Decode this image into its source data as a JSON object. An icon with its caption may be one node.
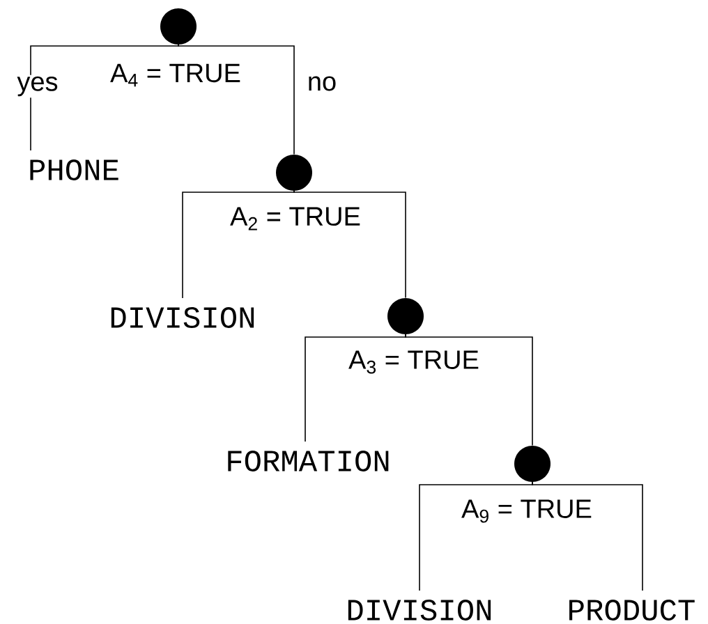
{
  "diagram": {
    "nodes": [
      {
        "text": [],
        "shape": "circle",
        "beside": [
          "A$_{4}$ = TRUE"
        ]
      },
      {
        "text": [
          "PHONE"
        ]
      },
      {
        "text": [],
        "shape": "circle",
        "beside": [
          "A$_{2}$ = TRUE"
        ]
      },
      {
        "text": [
          "DIVISION"
        ]
      },
      {
        "text": [],
        "shape": "circle",
        "beside": [
          "A$_{3}$ = TRUE"
        ]
      },
      {
        "text": [
          "FORMATION"
        ]
      },
      {
        "text": [],
        "shape": "circle",
        "beside": [
          "A$_{9}$ = TRUE"
        ]
      },
      {
        "text": [
          "DIVISION"
        ]
      },
      {
        "text": [
          "PRODUCT"
        ]
      }
    ],
    "edges": [
      {
        "from": 0,
        "to": 1,
        "arrow": "none",
        "label": "yes"
      },
      {
        "from": 0,
        "to": 2,
        "arrow": "none",
        "label": "no"
      },
      {
        "from": 2,
        "to": 3,
        "arrow": "none"
      },
      {
        "from": 2,
        "to": 4,
        "arrow": "none"
      },
      {
        "from": 4,
        "to": 5,
        "arrow": "none"
      },
      {
        "from": 4,
        "to": 6,
        "arrow": "none"
      },
      {
        "from": 6,
        "to": 7,
        "arrow": "none"
      },
      {
        "from": 6,
        "to": 8,
        "arrow": "none"
      }
    ]
  }
}
